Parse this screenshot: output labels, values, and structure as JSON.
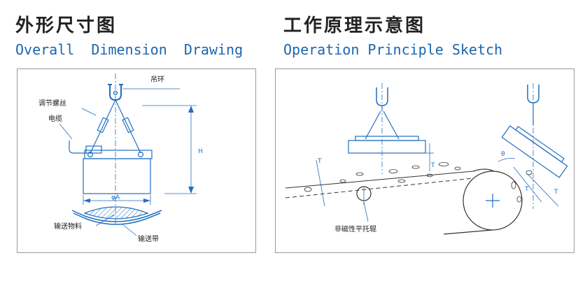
{
  "left": {
    "title_cn": "外形尺寸图",
    "title_en": "Overall  Dimension  Drawing",
    "labels": {
      "lifting_ring": "吊环",
      "adjust_screw": "调节螺丝",
      "cable": "电缆",
      "conveyed_material": "输送物料",
      "conveyor_belt": "输送带",
      "height_dim": "H",
      "width_dim": "φA"
    }
  },
  "right": {
    "title_cn": "工作原理示意图",
    "title_en": "Operation Principle Sketch",
    "labels": {
      "roller": "非磁性平托辊",
      "t1": "T",
      "t2": "T",
      "t3": "T",
      "t4": "T",
      "angle": "θ"
    }
  },
  "colors": {
    "line": "#1f6fc0",
    "text": "#222222",
    "title_en": "#1a66b0",
    "border": "#9a9a9a"
  }
}
